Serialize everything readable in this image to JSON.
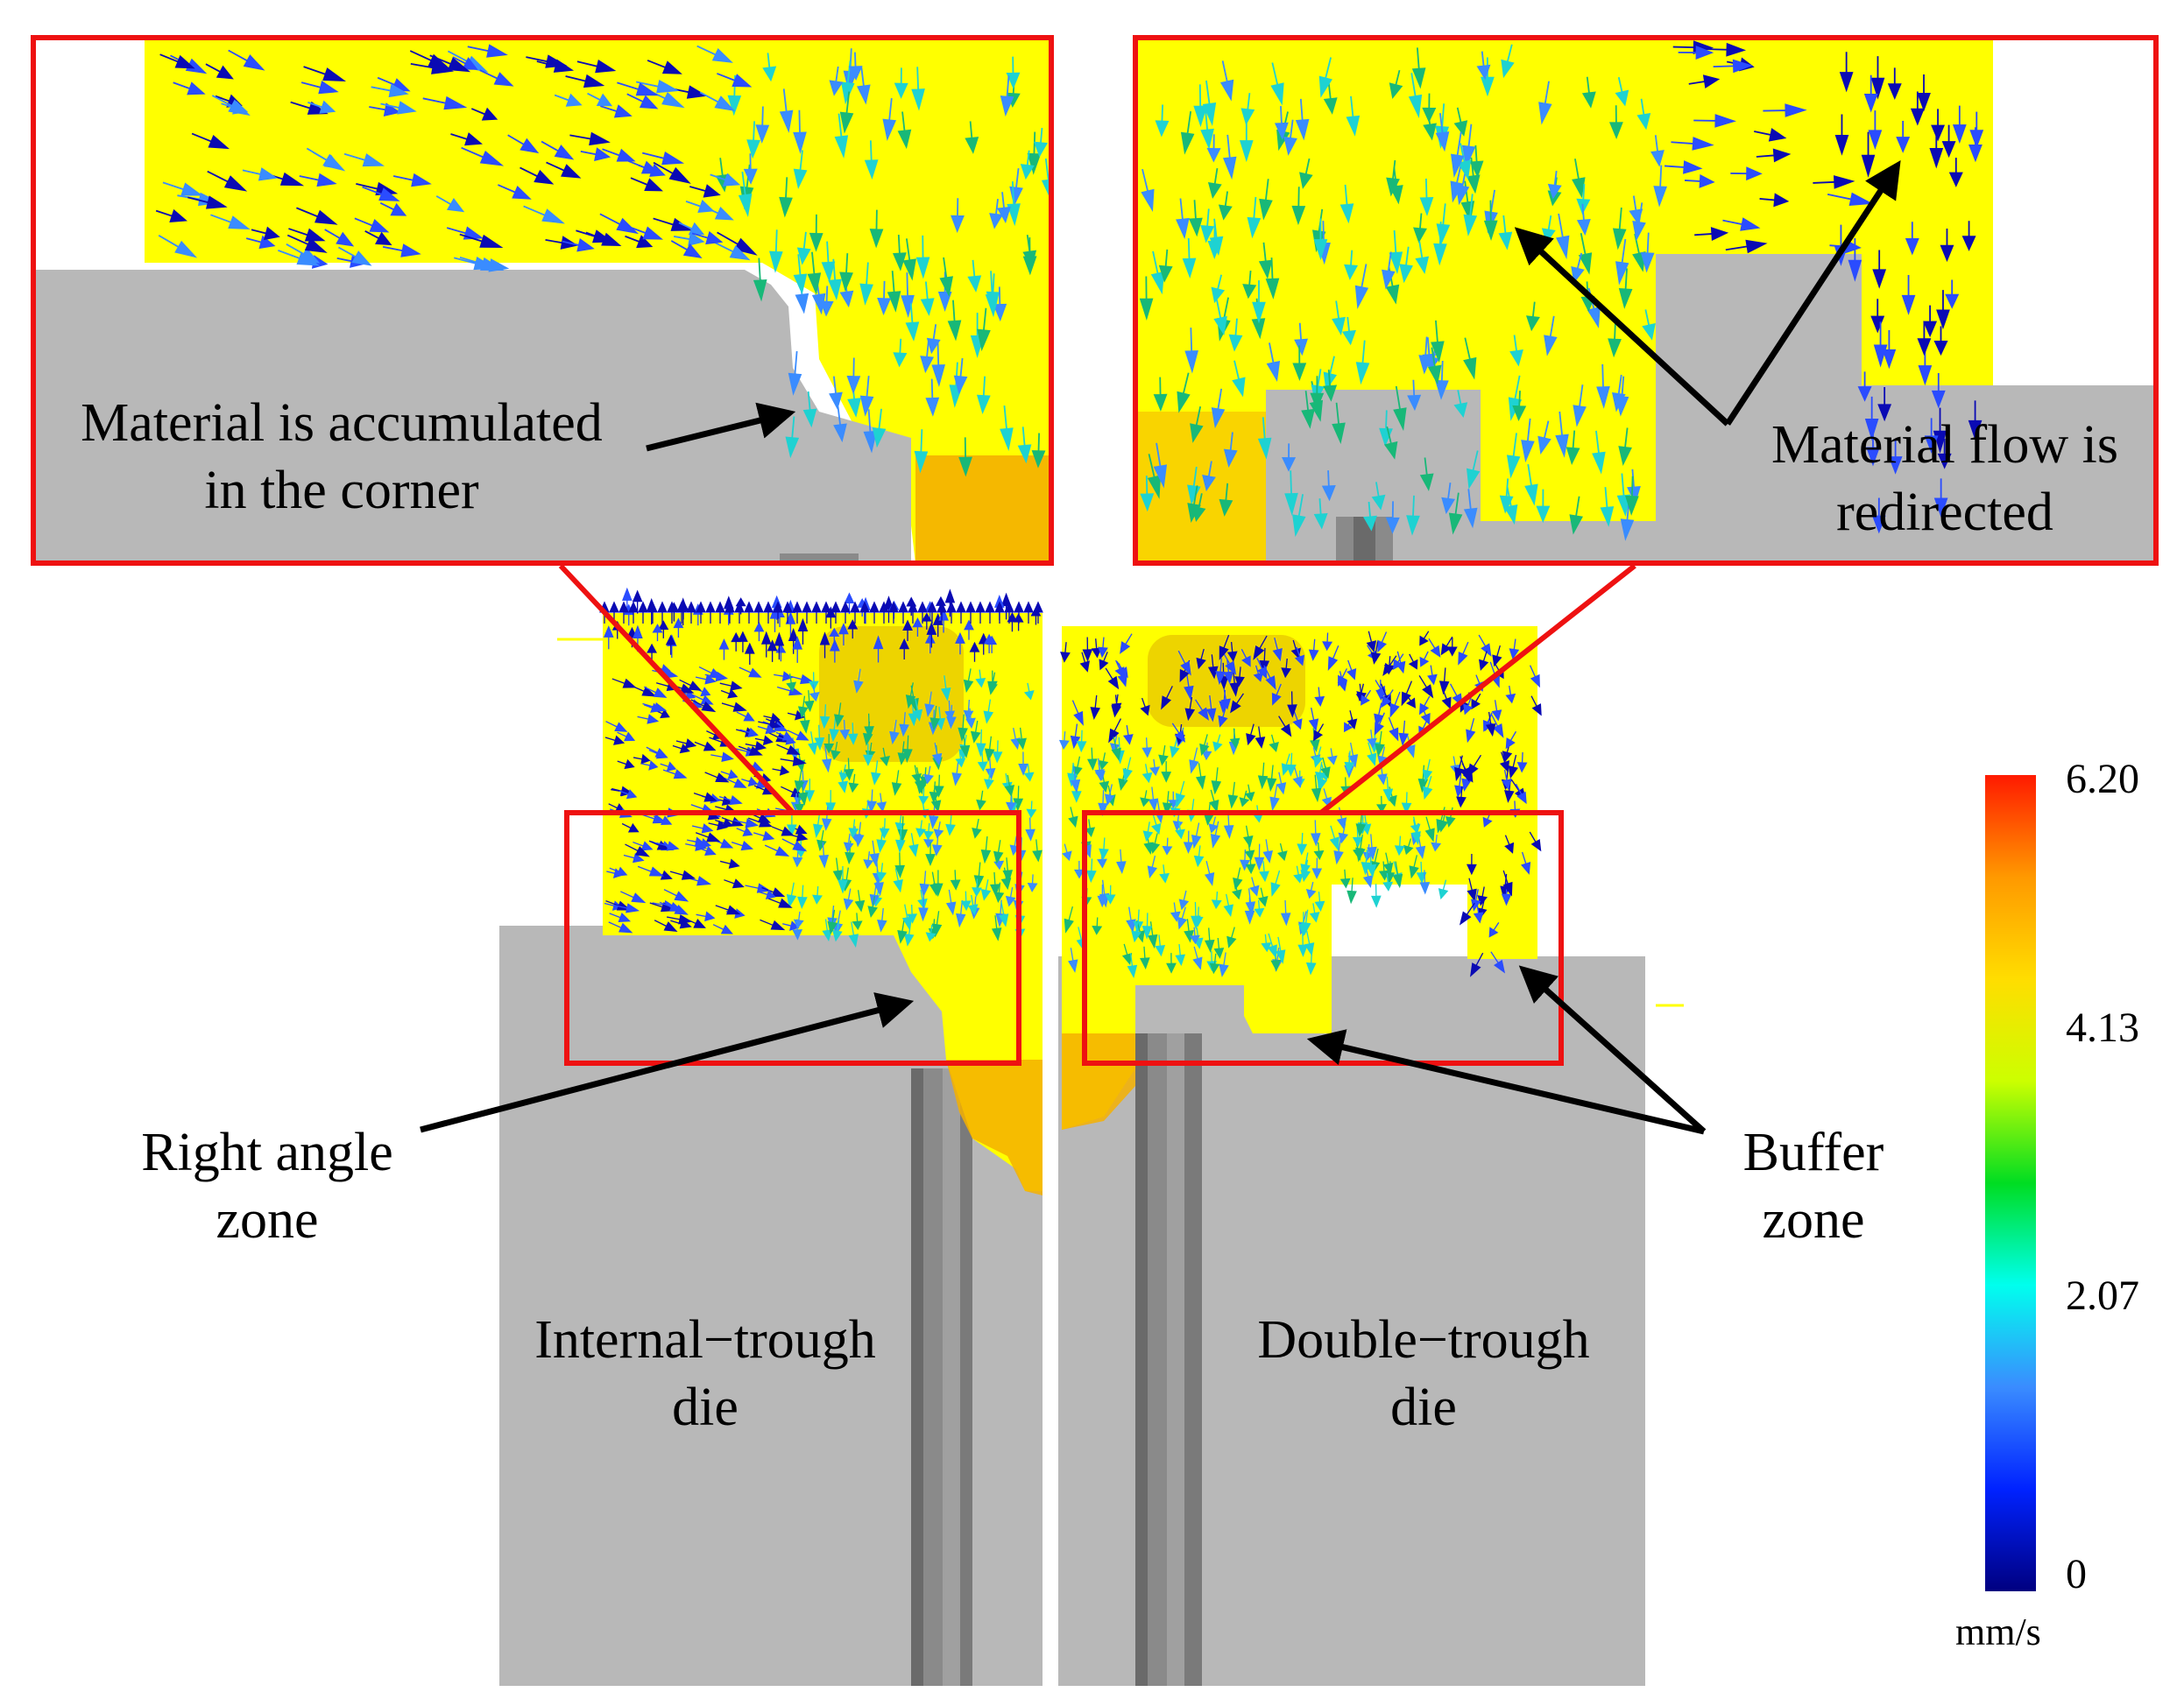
{
  "annotations": {
    "material_accumulated": [
      "Material is accumulated",
      "in the corner"
    ],
    "material_flow": [
      "Material flow is",
      "redirected"
    ],
    "right_angle": [
      "Right angle",
      "zone"
    ],
    "buffer": [
      "Buffer",
      "zone"
    ],
    "internal_die": [
      "Internal−trough",
      "die"
    ],
    "double_die": [
      "Double−trough",
      "die"
    ]
  },
  "colorbar": {
    "unit": "mm/s",
    "min": 0,
    "max": 6.2,
    "ticks": [
      "6.20",
      "4.13",
      "2.07",
      "0"
    ],
    "gradient": [
      "#ff1a00",
      "#ff9900",
      "#ffdd00",
      "#ccff00",
      "#00dd22",
      "#00ffee",
      "#3a8cff",
      "#0022ff",
      "#000080"
    ]
  },
  "colors": {
    "material": "#ffff00",
    "die": "#b8b8b8",
    "highlight_box": "#ee1111",
    "slow_vector": "#0a0ab4",
    "mid_vector": "#1ed2d2",
    "fast_vector": "#f0a000"
  }
}
